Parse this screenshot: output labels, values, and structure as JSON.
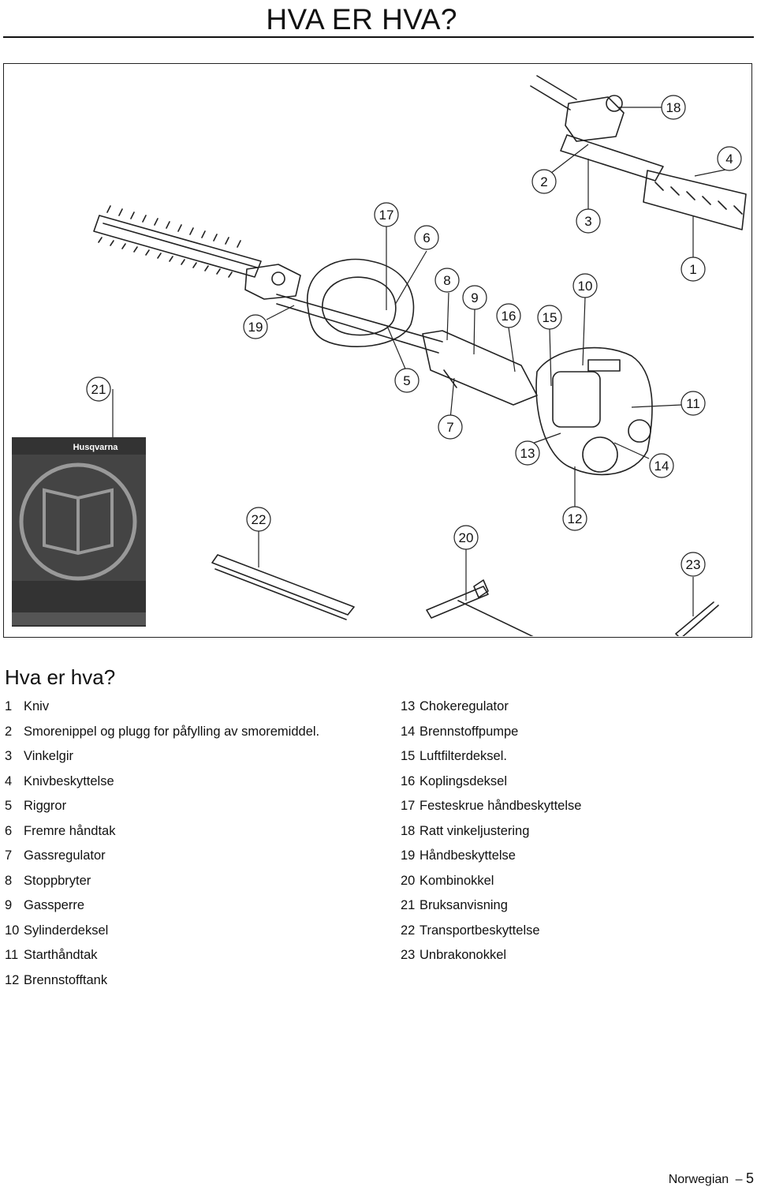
{
  "header": {
    "title": "HVA ER HVA?"
  },
  "figure": {
    "manual_brand": "Husqvarna",
    "callouts": [
      "1",
      "2",
      "3",
      "4",
      "5",
      "6",
      "7",
      "8",
      "9",
      "10",
      "11",
      "12",
      "13",
      "14",
      "15",
      "16",
      "17",
      "18",
      "19",
      "20",
      "21",
      "22",
      "23"
    ]
  },
  "section": {
    "heading": "Hva er hva?"
  },
  "parts_left": [
    {
      "num": "1",
      "label": "Kniv"
    },
    {
      "num": "2",
      "label": "Smorenippel og plugg for påfylling av smoremiddel."
    },
    {
      "num": "3",
      "label": "Vinkelgir"
    },
    {
      "num": "4",
      "label": "Knivbeskyttelse"
    },
    {
      "num": "5",
      "label": "Riggror"
    },
    {
      "num": "6",
      "label": "Fremre håndtak"
    },
    {
      "num": "7",
      "label": "Gassregulator"
    },
    {
      "num": "8",
      "label": "Stoppbryter"
    },
    {
      "num": "9",
      "label": "Gassperre"
    },
    {
      "num": "10",
      "label": "Sylinderdeksel"
    },
    {
      "num": "11",
      "label": "Starthåndtak"
    },
    {
      "num": "12",
      "label": "Brennstofftank"
    }
  ],
  "parts_right": [
    {
      "num": "13",
      "label": "Chokeregulator"
    },
    {
      "num": "14",
      "label": "Brennstoffpumpe"
    },
    {
      "num": "15",
      "label": "Luftfilterdeksel."
    },
    {
      "num": "16",
      "label": "Koplingsdeksel"
    },
    {
      "num": "17",
      "label": "Festeskrue håndbeskyttelse"
    },
    {
      "num": "18",
      "label": "Ratt vinkeljustering"
    },
    {
      "num": "19",
      "label": "Håndbeskyttelse"
    },
    {
      "num": "20",
      "label": "Kombinokkel"
    },
    {
      "num": "21",
      "label": "Bruksanvisning"
    },
    {
      "num": "22",
      "label": "Transportbeskyttelse"
    },
    {
      "num": "23",
      "label": "Unbrakonokkel"
    }
  ],
  "footer": {
    "language": "Norwegian",
    "dash": "–",
    "page_number": "5"
  }
}
